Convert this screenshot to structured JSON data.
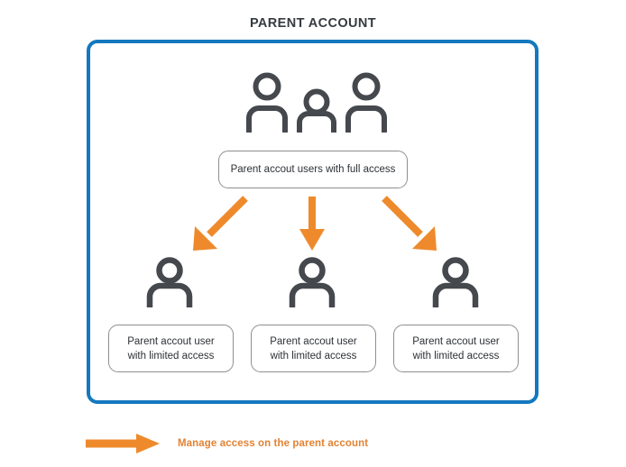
{
  "page": {
    "title": "PARENT ACCOUNT"
  },
  "colors": {
    "frame_blue": "#1478be",
    "arrow_orange": "#ee8a2c",
    "legend_orange": "#e28233",
    "icon_gray": "#45484d",
    "box_border_gray": "#8d8f92",
    "title_gray": "#363b40",
    "background": "#ffffff"
  },
  "diagram": {
    "top_node": {
      "icon": "group-of-three-people-icon",
      "label": "Parent accout users with full access"
    },
    "arrows": [
      {
        "name": "arrow-down-left",
        "direction": "down-left"
      },
      {
        "name": "arrow-down",
        "direction": "down"
      },
      {
        "name": "arrow-down-right",
        "direction": "down-right"
      }
    ],
    "child_nodes": [
      {
        "icon": "person-icon",
        "label_line1": "Parent accout user",
        "label_line2": "with limited access"
      },
      {
        "icon": "person-icon",
        "label_line1": "Parent accout user",
        "label_line2": "with limited access"
      },
      {
        "icon": "person-icon",
        "label_line1": "Parent accout user",
        "label_line2": "with limited access"
      }
    ]
  },
  "legend": {
    "icon": "right-arrow-icon",
    "text": "Manage access on the parent account"
  }
}
